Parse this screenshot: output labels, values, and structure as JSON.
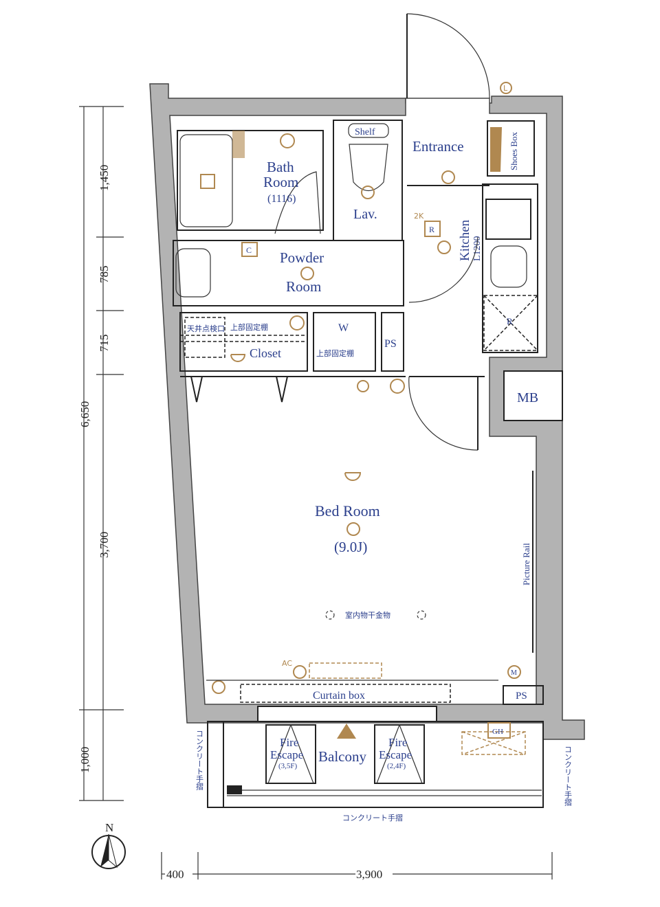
{
  "rooms": {
    "bath": {
      "line1": "Bath",
      "line2": "Room",
      "size": "(1116)"
    },
    "lav": "Lav.",
    "powder": {
      "line1": "Powder",
      "line2": "Room"
    },
    "entrance": "Entrance",
    "shoes_box": "Shoes Box",
    "kitchen": "Kitchen",
    "kitchen_size": "L1200",
    "washer": "W",
    "ps_top": "PS",
    "ps_bottom": "PS",
    "mb": "MB",
    "closet": "Closet",
    "upper_shelf": "上部固定棚",
    "upper_shelf_w": "上部固定棚",
    "ceiling_hatch": "天井点検口",
    "shelf_label": "Shelf",
    "bedroom": {
      "name": "Bed Room",
      "size": "(9.0J)"
    },
    "drying_hardware": "室内物干金物",
    "picture_rail": "Picture Rail",
    "curtain_box": "Curtain box",
    "ac": "AC",
    "balcony": "Balcony",
    "fire_escape_1": {
      "line1": "Fire",
      "line2": "Escape",
      "floors": "(3,5F)"
    },
    "fire_escape_2": {
      "line1": "Fire",
      "line2": "Escape",
      "floors": "(2,4F)"
    },
    "gh": "GH",
    "concrete_rail_left": "コンクリート手摺",
    "concrete_rail_right": "コンクリート手摺",
    "concrete_rail_bottom": "コンクリート手摺"
  },
  "symbols": {
    "c": "C",
    "r": "R",
    "m": "M",
    "l": "L",
    "two_k": "2K"
  },
  "dimensions": {
    "vertical": [
      "1,450",
      "785",
      "715",
      "3,700",
      "1,000"
    ],
    "total_vertical": "6,650",
    "horizontal": [
      "400",
      "3,900"
    ]
  },
  "compass": {
    "label": "N"
  },
  "colors": {
    "wall": "#b3b3b3",
    "fixture": "#b08850",
    "text": "#2b3f8c"
  }
}
